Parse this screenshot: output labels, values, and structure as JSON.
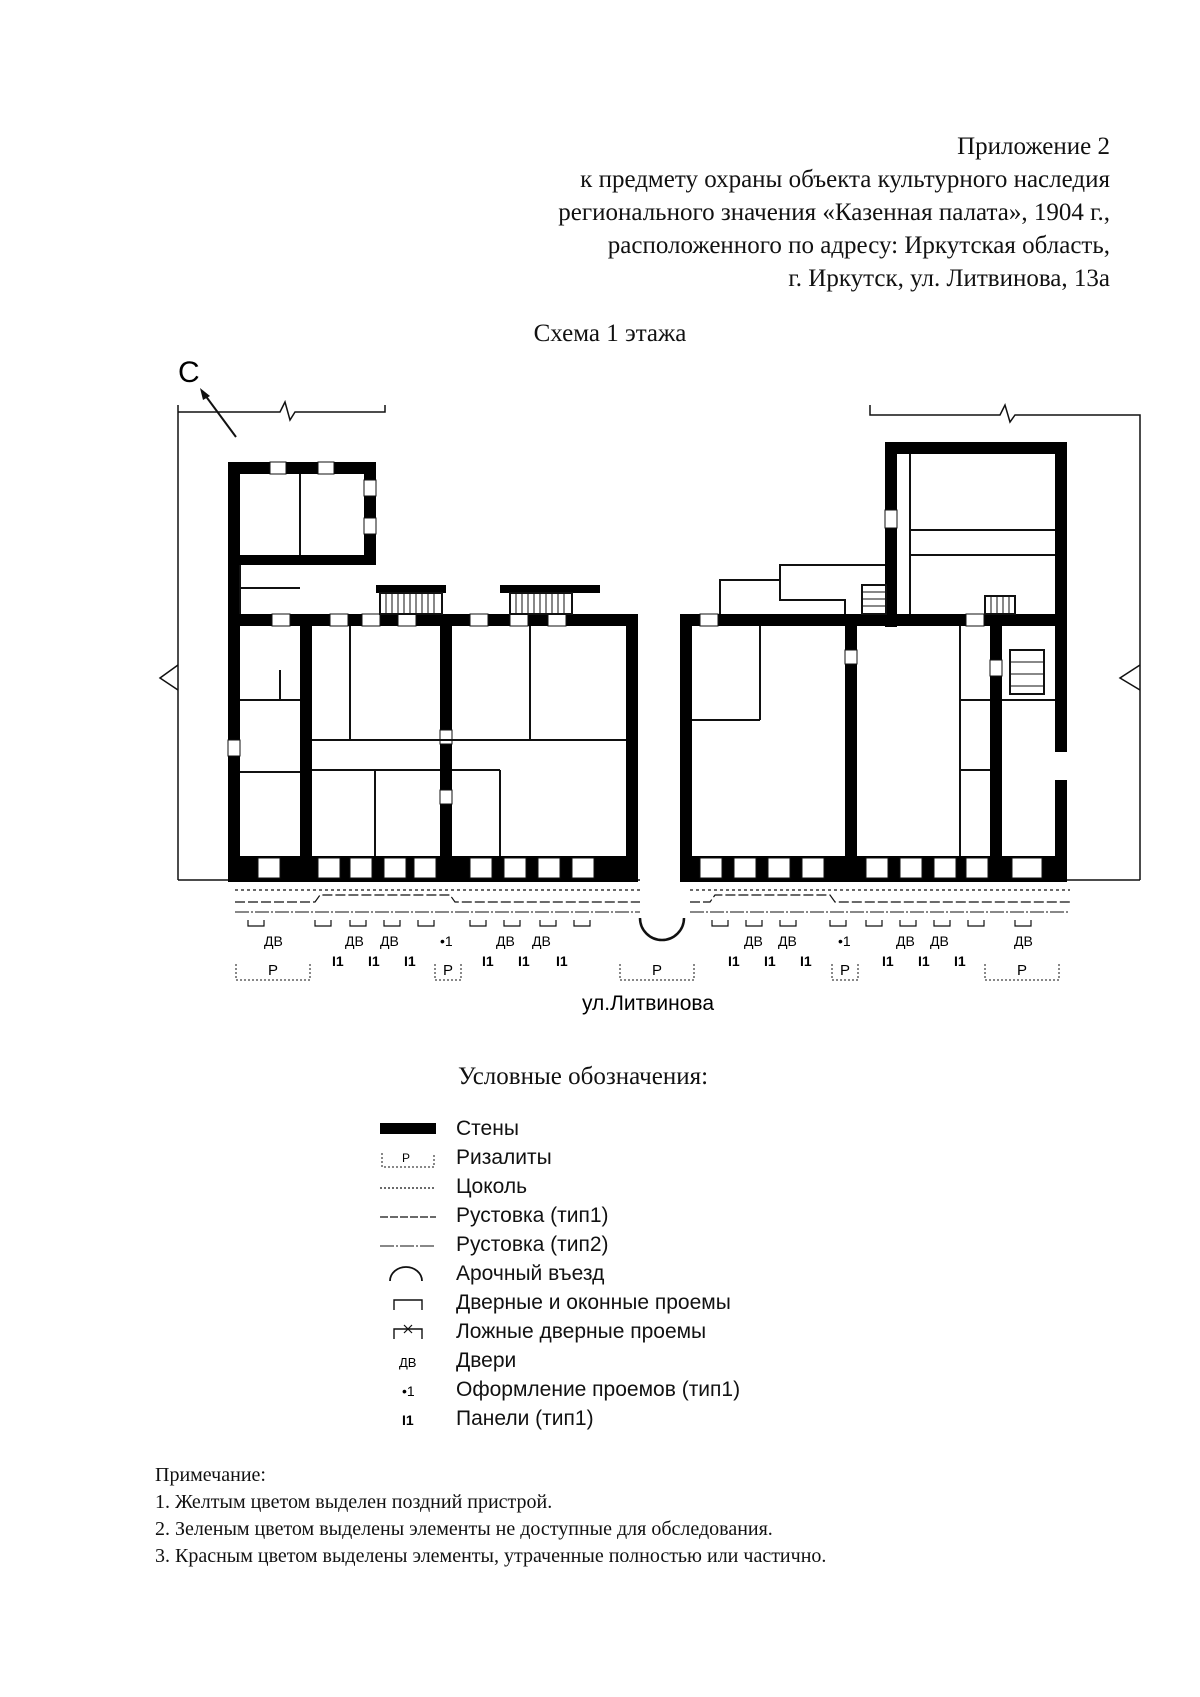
{
  "header": {
    "lines": [
      "Приложение 2",
      "к предмету охраны объекта культурного наследия",
      "регионального значения «Казенная палата», 1904 г.,",
      "расположенного по адресу: Иркутская область,",
      "г. Иркутск, ул. Литвинова, 13а"
    ]
  },
  "scheme_title": "Схема 1 этажа",
  "plan": {
    "north_label": "С",
    "street": "ул.Литвинова",
    "door_label": "ДВ",
    "opening_label": "•1",
    "panel_label": "I1",
    "risalit_label": "Р"
  },
  "legend": {
    "title": "Условные обозначения:",
    "items": [
      {
        "symbol": "walls",
        "label": "Стены"
      },
      {
        "symbol": "risalit",
        "label": "Ризалиты",
        "mark": "Р"
      },
      {
        "symbol": "plinth",
        "label": "Цоколь"
      },
      {
        "symbol": "rustication-1",
        "label": "Рустовка (тип1)"
      },
      {
        "symbol": "rustication-2",
        "label": "Рустовка (тип2)"
      },
      {
        "symbol": "arch-entrance",
        "label": "Арочный въезд"
      },
      {
        "symbol": "openings",
        "label": "Дверные и оконные проемы"
      },
      {
        "symbol": "false-doors",
        "label": "Ложные дверные проемы"
      },
      {
        "symbol": "doors",
        "label": "Двери",
        "mark": "ДВ"
      },
      {
        "symbol": "opening-decor",
        "label": "Оформление проемов (тип1)",
        "mark": "•1"
      },
      {
        "symbol": "panels",
        "label": "Панели (тип1)",
        "mark": "I1"
      }
    ]
  },
  "notes": {
    "title": "Примечание:",
    "items": [
      "1. Желтым цветом выделен поздний пристрой.",
      "2. Зеленым цветом выделены элементы не доступные для обследования.",
      "3. Красным цветом выделены элементы, утраченные полностью или частично."
    ]
  }
}
